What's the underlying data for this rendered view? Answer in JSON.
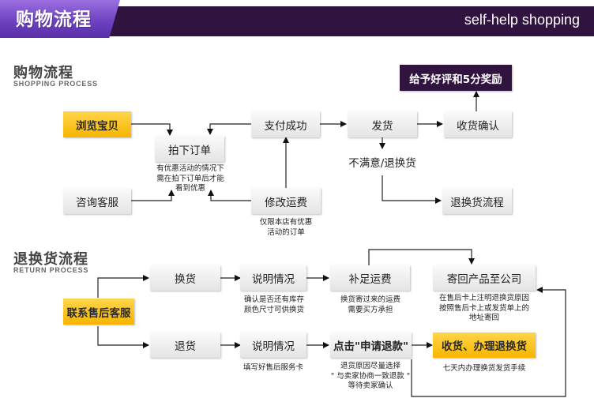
{
  "header": {
    "title": "购物流程",
    "subtitle": "self-help shopping"
  },
  "shopping": {
    "title": "购物流程",
    "subtitle": "SHOPPING PROCESS",
    "browse": "浏览宝贝",
    "consult": "咨询客服",
    "place_order": "拍下订单",
    "place_order_note": [
      "有优惠活动的情况下",
      "需在拍下订单后才能",
      "看到优惠"
    ],
    "pay_success": "支付成功",
    "modify_shipping": "修改运费",
    "modify_shipping_note": [
      "仅限本店有优惠",
      "活动的订单"
    ],
    "ship": "发货",
    "confirm_receipt": "收货确认",
    "reward": "给予好评和5分奖励",
    "unsatisfied": "不满意/退换货",
    "return_flow": "退换货流程"
  },
  "returns": {
    "title": "退换货流程",
    "subtitle": "RETURN PROCESS",
    "contact": "联系售后客服",
    "exchange": "换货",
    "refund": "退货",
    "explain_1": "说明情况",
    "explain_1_note": [
      "确认是否还有库存",
      "颜色尺寸可供换货"
    ],
    "explain_2": "说明情况",
    "explain_2_note": [
      "填写好售后服务卡"
    ],
    "extra_shipping": "补足运费",
    "extra_shipping_note": [
      "换货寄过来的运费",
      "需要买方承担"
    ],
    "apply_refund": "点击\"申请退款\"",
    "apply_refund_note": [
      "退货原因尽量选择",
      "\" 与卖家协商一致退款 \"",
      "等待卖家确认"
    ],
    "send_back": "寄回产品至公司",
    "send_back_note": [
      "在售后卡上注明退换货原因",
      "按照售后卡上或发货单上的",
      "地址寄回"
    ],
    "receive": "收货、办理退换货",
    "receive_note": [
      "七天内办理换货发货手续"
    ]
  }
}
